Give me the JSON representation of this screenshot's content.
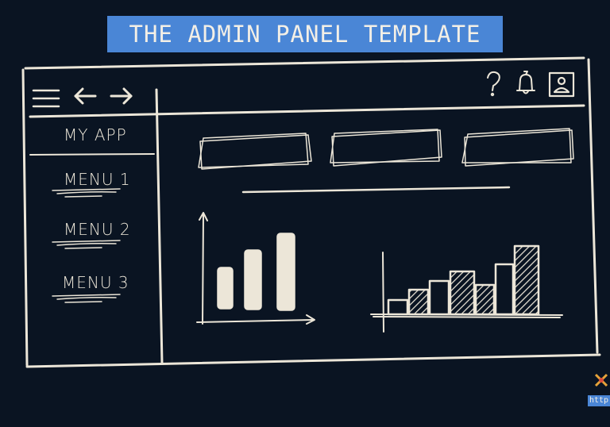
{
  "title": "THE ADMIN PANEL TEMPLATE",
  "sidebar": {
    "app_name": "MY APP",
    "menu": [
      {
        "label": "MENU 1"
      },
      {
        "label": "MENU 2"
      },
      {
        "label": "MENU 3"
      }
    ]
  },
  "toolbar": {
    "left_icons": [
      "hamburger-menu-icon",
      "arrow-left-icon",
      "arrow-right-icon"
    ],
    "right_icons": [
      "help-question-icon",
      "bell-icon",
      "user-profile-icon"
    ]
  },
  "corner_tag": "http",
  "colors": {
    "background": "#0a1422",
    "ink": "#ece6d8",
    "banner": "#4a86d6"
  }
}
